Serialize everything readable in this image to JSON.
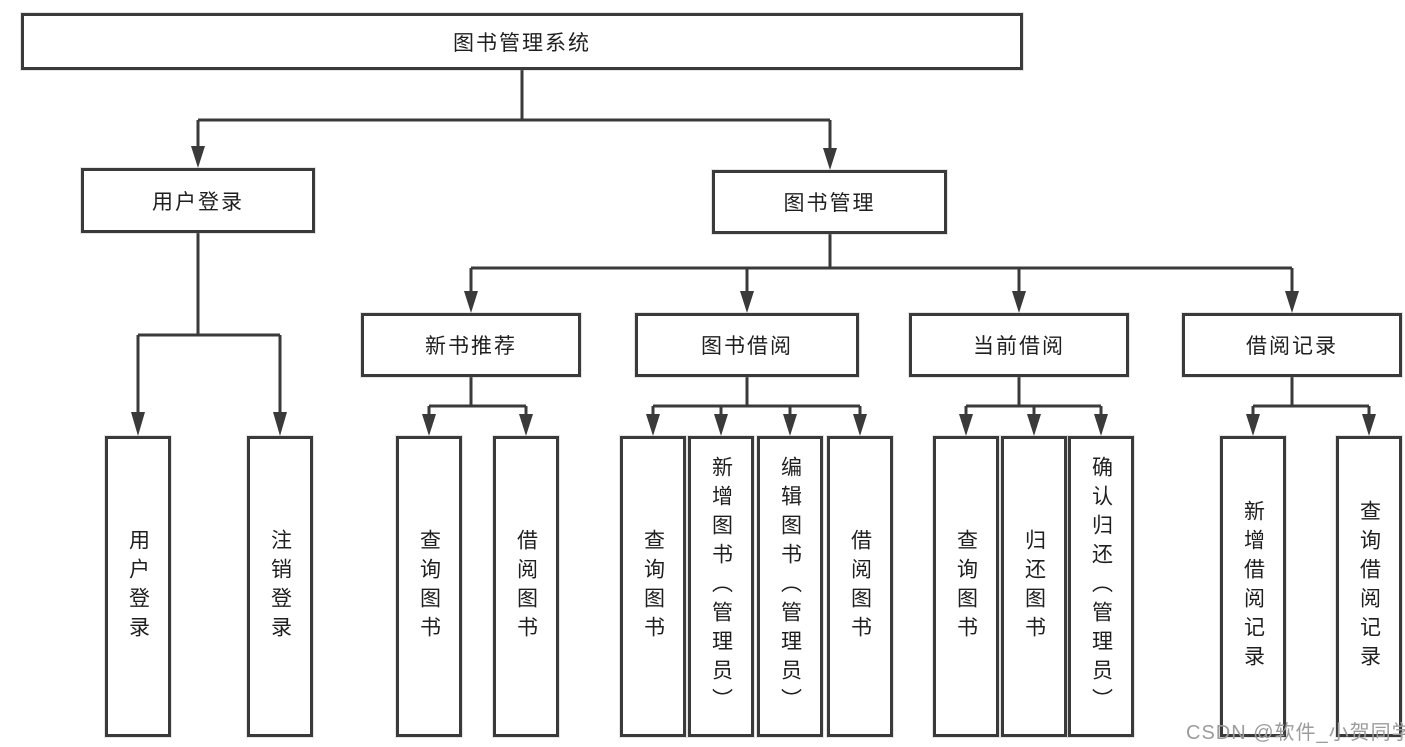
{
  "diagram": {
    "root": {
      "label": "图书管理系统"
    },
    "level1": [
      {
        "label": "用户登录"
      },
      {
        "label": "图书管理"
      }
    ],
    "level2": [
      {
        "label": "新书推荐"
      },
      {
        "label": "图书借阅"
      },
      {
        "label": "当前借阅"
      },
      {
        "label": "借阅记录"
      }
    ],
    "leaves": {
      "login": [
        "用户登录",
        "注销登录"
      ],
      "new_books": [
        "查询图书",
        "借阅图书"
      ],
      "book_borrow": [
        "查询图书",
        "新增图书（管理员）",
        "编辑图书（管理员）",
        "借阅图书"
      ],
      "current_borrow": [
        "查询图书",
        "归还图书",
        "确认归还（管理员）"
      ],
      "borrow_records": [
        "新增借阅记录",
        "查询借阅记录"
      ]
    }
  },
  "watermark": {
    "text": "CSDN @软件_小贺同学"
  },
  "colors": {
    "line": "#3a3a3a",
    "text": "#1f1f1f",
    "watermark": "#9c9c9c",
    "background": "#ffffff"
  }
}
